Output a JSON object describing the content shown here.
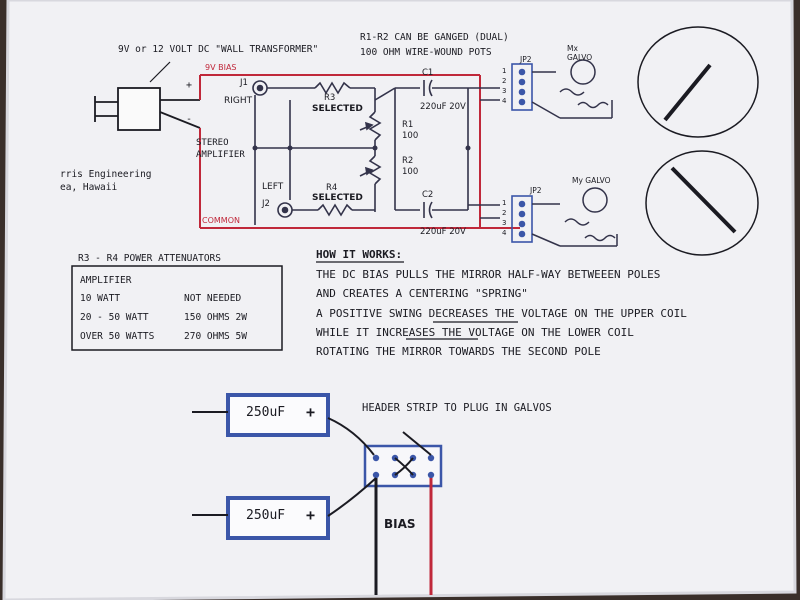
{
  "header": {
    "transformer": "9V or 12 VOLT DC \"WALL TRANSFORMER\"",
    "pot_note_1": "R1-R2 CAN BE GANGED (DUAL)",
    "pot_note_2": "100 OHM WIRE-WOUND POTS"
  },
  "schematic": {
    "bias_label": "9V BIAS",
    "common_label": "COMMON",
    "plus": "+",
    "minus": "-",
    "j1": "J1",
    "right": "RIGHT",
    "j2": "J2",
    "left": "LEFT",
    "stereo_1": "STEREO",
    "stereo_2": "AMPLIFIER",
    "r3": "R3",
    "r4": "R4",
    "selected": "SELECTED",
    "r1": "R1",
    "r2": "R2",
    "hundred": "100",
    "c1": "C1",
    "c2": "C2",
    "cap_value": "220uF 20V",
    "jp2": "JP2",
    "mx_1": "Mx",
    "galvo": "GALVO",
    "my_galvo": "My GALVO",
    "pins": [
      "1",
      "2",
      "3",
      "4"
    ],
    "credit_1": "rris Engineering",
    "credit_2": "ea, Hawaii"
  },
  "attenuators": {
    "title": "R3 - R4 POWER ATTENUATORS",
    "header": "AMPLIFIER",
    "rows": [
      {
        "amp": "10 WATT",
        "value": "NOT NEEDED"
      },
      {
        "amp": "20 - 50 WATT",
        "value": "150 OHMS 2W"
      },
      {
        "amp": "OVER 50 WATTS",
        "value": "270 OHMS 5W"
      }
    ]
  },
  "how_it_works": {
    "title": "HOW IT WORKS:",
    "lines": [
      "THE DC BIAS PULLS THE MIRROR HALF-WAY BETWEEEN POLES",
      "AND CREATES A CENTERING \"SPRING\"",
      "A POSITIVE SWING DECREASES THE VOLTAGE ON THE UPPER COIL",
      "WHILE IT INCREASES THE VOLTAGE ON THE LOWER COIL",
      "ROTATING THE MIRROR TOWARDS THE SECOND POLE"
    ]
  },
  "bottom": {
    "cap_top": "250uF",
    "cap_bottom": "250uF",
    "plus": "+",
    "header_strip": "HEADER STRIP TO PLUG IN GALVOS",
    "bias": "BIAS"
  },
  "colors": {
    "ink": "#1b1b22",
    "red_wire": "#c0283a",
    "cap_blue": "#3b56a8",
    "background": "#3a2f2a",
    "paper": "#f2f2f4"
  }
}
